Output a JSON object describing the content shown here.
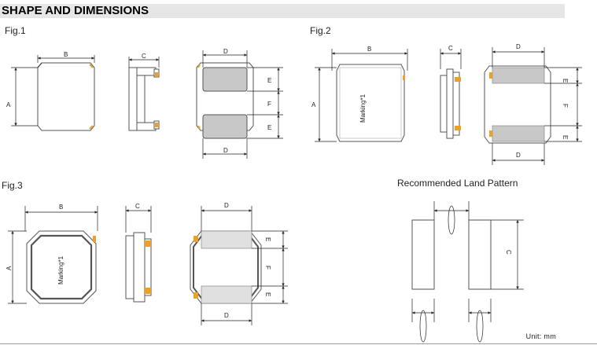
{
  "header": {
    "title": "SHAPE AND DIMENSIONS"
  },
  "figures": [
    {
      "label": "Fig.1"
    },
    {
      "label": "Fig.2"
    },
    {
      "label": "Fig.3"
    },
    {
      "label": "Recommended Land Pattern"
    }
  ],
  "dims": {
    "A": "A",
    "B": "B",
    "C": "C",
    "D": "D",
    "E": "E",
    "F": "F"
  },
  "marking": "Marking*1",
  "unit": "Unit: mm",
  "colors": {
    "terminal": "#c8c8c8",
    "orange": "#e8a22c",
    "outline": "#555555",
    "header_bg": "#e6e6e6"
  }
}
